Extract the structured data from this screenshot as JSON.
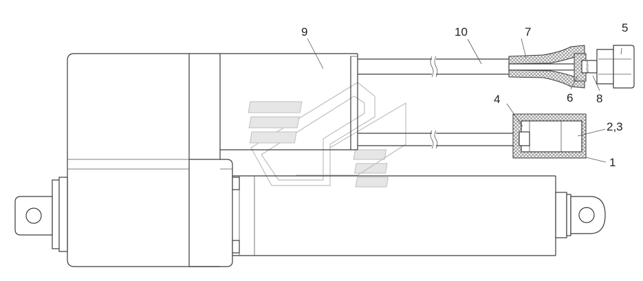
{
  "callouts": {
    "c1": "1",
    "c23": "2,3",
    "c4": "4",
    "c5": "5",
    "c6": "6",
    "c7": "7",
    "c8": "8",
    "c9": "9",
    "c10": "10"
  },
  "pins": {
    "p1": "1",
    "p2": "2",
    "p3": "3"
  },
  "icons": {
    "watermark": "logo-watermark"
  }
}
